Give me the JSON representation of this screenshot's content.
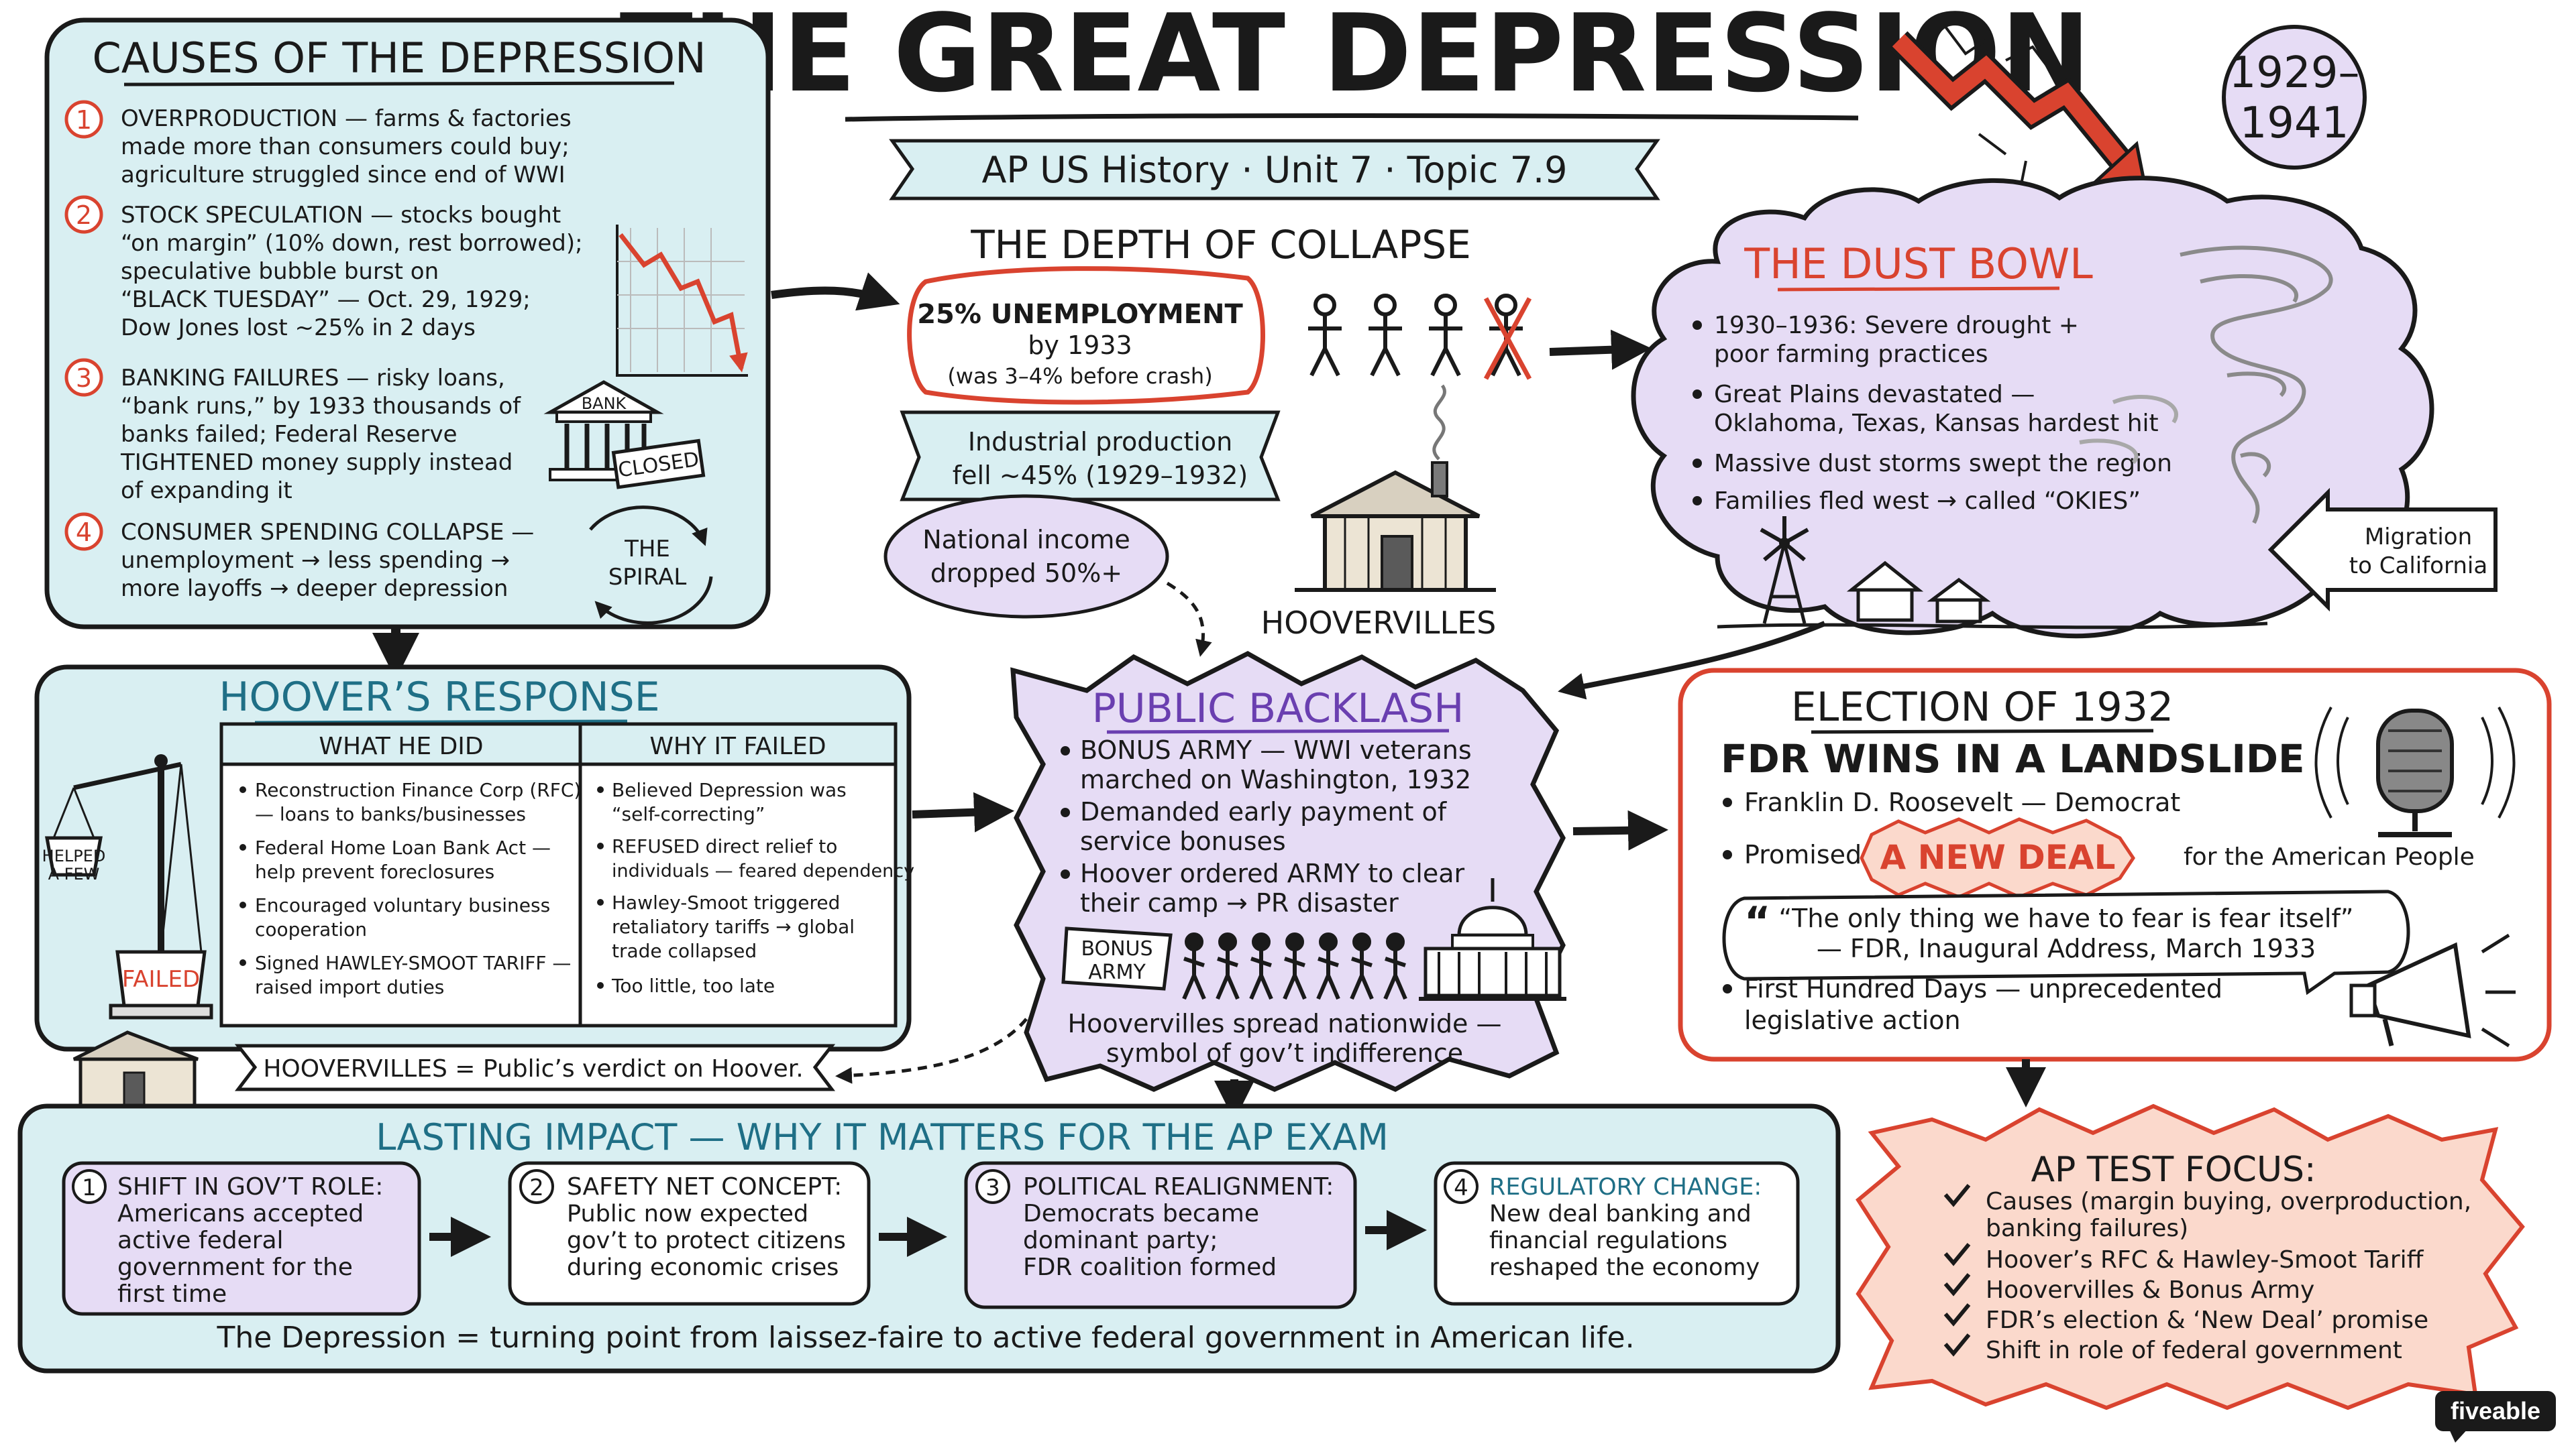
{
  "header": {
    "title": "THE GREAT DEPRESSION",
    "subtitle": "AP US History · Unit 7 · Topic 7.9",
    "years_line1": "1929–",
    "years_line2": "1941"
  },
  "causes": {
    "heading": "CAUSES OF THE DEPRESSION",
    "items": [
      {
        "num": "1",
        "lines": [
          "OVERPRODUCTION — farms & factories",
          "made more than consumers could buy;",
          "agriculture struggled since end of WWI"
        ]
      },
      {
        "num": "2",
        "lines": [
          "STOCK SPECULATION — stocks bought",
          "“on margin” (10% down, rest borrowed);",
          "speculative bubble burst on",
          "“BLACK TUESDAY” — Oct. 29, 1929;",
          "Dow Jones lost ~25% in 2 days"
        ]
      },
      {
        "num": "3",
        "lines": [
          "BANKING FAILURES — risky loans,",
          "“bank runs,” by 1933 thousands of",
          "banks failed; Federal Reserve",
          "TIGHTENED money supply instead",
          "of expanding it"
        ]
      },
      {
        "num": "4",
        "lines": [
          "CONSUMER SPENDING COLLAPSE —",
          "unemployment → less spending →",
          "more layoffs → deeper depression"
        ]
      }
    ],
    "bank_sign": "BANK",
    "closed_sign": "CLOSED",
    "spiral_line1": "THE",
    "spiral_line2": "SPIRAL"
  },
  "depth": {
    "heading": "THE DEPTH OF COLLAPSE",
    "unemployment_lines": [
      "25% UNEMPLOYMENT",
      "by 1933",
      "(was 3–4% before crash)"
    ],
    "industrial_lines": [
      "Industrial production",
      "fell ~45% (1929–1932)"
    ],
    "income_lines": [
      "National income",
      "dropped 50%+"
    ],
    "hooverville_label": "HOOVERVILLES"
  },
  "dust_bowl": {
    "heading": "THE DUST BOWL",
    "bullets": [
      [
        "1930–1936: Severe drought +",
        "poor farming practices"
      ],
      [
        "Great Plains devastated —",
        "Oklahoma, Texas, Kansas hardest hit"
      ],
      [
        "Massive dust storms swept the region"
      ],
      [
        "Families fled west → called “OKIES”"
      ]
    ],
    "migration_lines": [
      "Migration",
      "to California"
    ]
  },
  "hoover": {
    "heading": "HOOVER’S RESPONSE",
    "col1_header": "WHAT HE DID",
    "col2_header": "WHY IT FAILED",
    "did": [
      [
        "Reconstruction Finance Corp (RFC)",
        "— loans to banks/businesses"
      ],
      [
        "Federal Home Loan Bank Act —",
        "help prevent foreclosures"
      ],
      [
        "Encouraged voluntary business",
        "cooperation"
      ],
      [
        "Signed HAWLEY-SMOOT TARIFF —",
        "raised import duties"
      ]
    ],
    "failed": [
      [
        "Believed Depression was",
        "“self-correcting”"
      ],
      [
        "REFUSED direct relief to",
        "individuals — feared dependency"
      ],
      [
        "Hawley-Smoot triggered",
        "retaliatory tariffs → global",
        "trade collapsed"
      ],
      [
        "Too little, too late"
      ]
    ],
    "scale_top_lines": [
      "HELPED",
      "A FEW"
    ],
    "scale_bottom": "FAILED",
    "verdict": "HOOVERVILLES = Public’s verdict on Hoover."
  },
  "backlash": {
    "heading": "PUBLIC BACKLASH",
    "bullets": [
      [
        "BONUS ARMY — WWI veterans",
        "marched on Washington, 1932"
      ],
      [
        "Demanded early payment of",
        "service bonuses"
      ],
      [
        "Hoover ordered ARMY to clear",
        "their camp → PR disaster"
      ]
    ],
    "sign_lines": [
      "BONUS",
      "ARMY"
    ],
    "footer_lines": [
      "Hoovervilles spread nationwide —",
      "symbol of gov’t indifference"
    ]
  },
  "election": {
    "heading": "ELECTION OF 1932",
    "subheading": "FDR WINS IN A LANDSLIDE",
    "line_candidate": "Franklin D. Roosevelt — Democrat",
    "promised_label": "Promised:",
    "new_deal": "A NEW DEAL",
    "promised_tail": "for the American People",
    "quote_line1": "“The only thing we have to fear is fear itself”",
    "quote_line2": "— FDR, Inaugural Address, March 1933",
    "hundred_days_lines": [
      "First Hundred Days — unprecedented",
      "legislative action"
    ]
  },
  "impact": {
    "heading": "LASTING IMPACT — WHY IT MATTERS FOR THE AP EXAM",
    "cards": [
      {
        "num": "1",
        "title": "SHIFT IN GOV’T ROLE:",
        "lines": [
          "Americans accepted",
          "active federal",
          "government for the",
          "first time"
        ]
      },
      {
        "num": "2",
        "title": "SAFETY NET CONCEPT:",
        "lines": [
          "Public now expected",
          "gov’t to protect citizens",
          "during economic crises"
        ]
      },
      {
        "num": "3",
        "title": "POLITICAL REALIGNMENT:",
        "lines": [
          "Democrats became",
          "dominant party;",
          "FDR coalition formed"
        ]
      },
      {
        "num": "4",
        "title": "REGULATORY CHANGE:",
        "lines": [
          "New deal banking and",
          "financial regulations",
          "reshaped the economy"
        ]
      }
    ],
    "footer": "The Depression = turning point from laissez-faire to active federal government in American life."
  },
  "ap_focus": {
    "heading": "AP TEST FOCUS:",
    "items": [
      [
        "Causes (margin buying, overproduction,",
        "banking failures)"
      ],
      [
        "Hoover’s RFC & Hawley-Smoot Tariff"
      ],
      [
        "Hoovervilles & Bonus Army"
      ],
      [
        "FDR’s election & ‘New Deal’ promise"
      ],
      [
        "Shift in role of federal government"
      ]
    ]
  },
  "brand": {
    "logo_text": "fiveable"
  },
  "colors": {
    "ink": "#1a1a1a",
    "teal_fill": "#d9eff2",
    "teal_stroke": "#3f8fa0",
    "teal_text": "#1f6f86",
    "lavender_fill": "#e6dcf5",
    "purple_text": "#6a3fb0",
    "red": "#d9432f",
    "salmon_fill": "#fbd9cc",
    "cream_fill": "#fbf6e8"
  }
}
